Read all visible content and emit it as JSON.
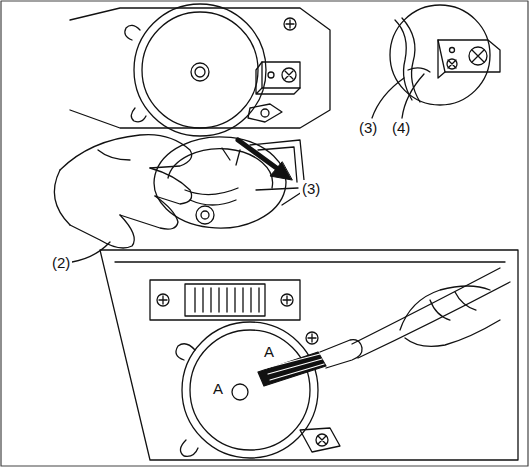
{
  "diagram": {
    "labels": [
      "(3)",
      "(4)",
      "(3)",
      "(2)",
      "A",
      "A"
    ]
  }
}
